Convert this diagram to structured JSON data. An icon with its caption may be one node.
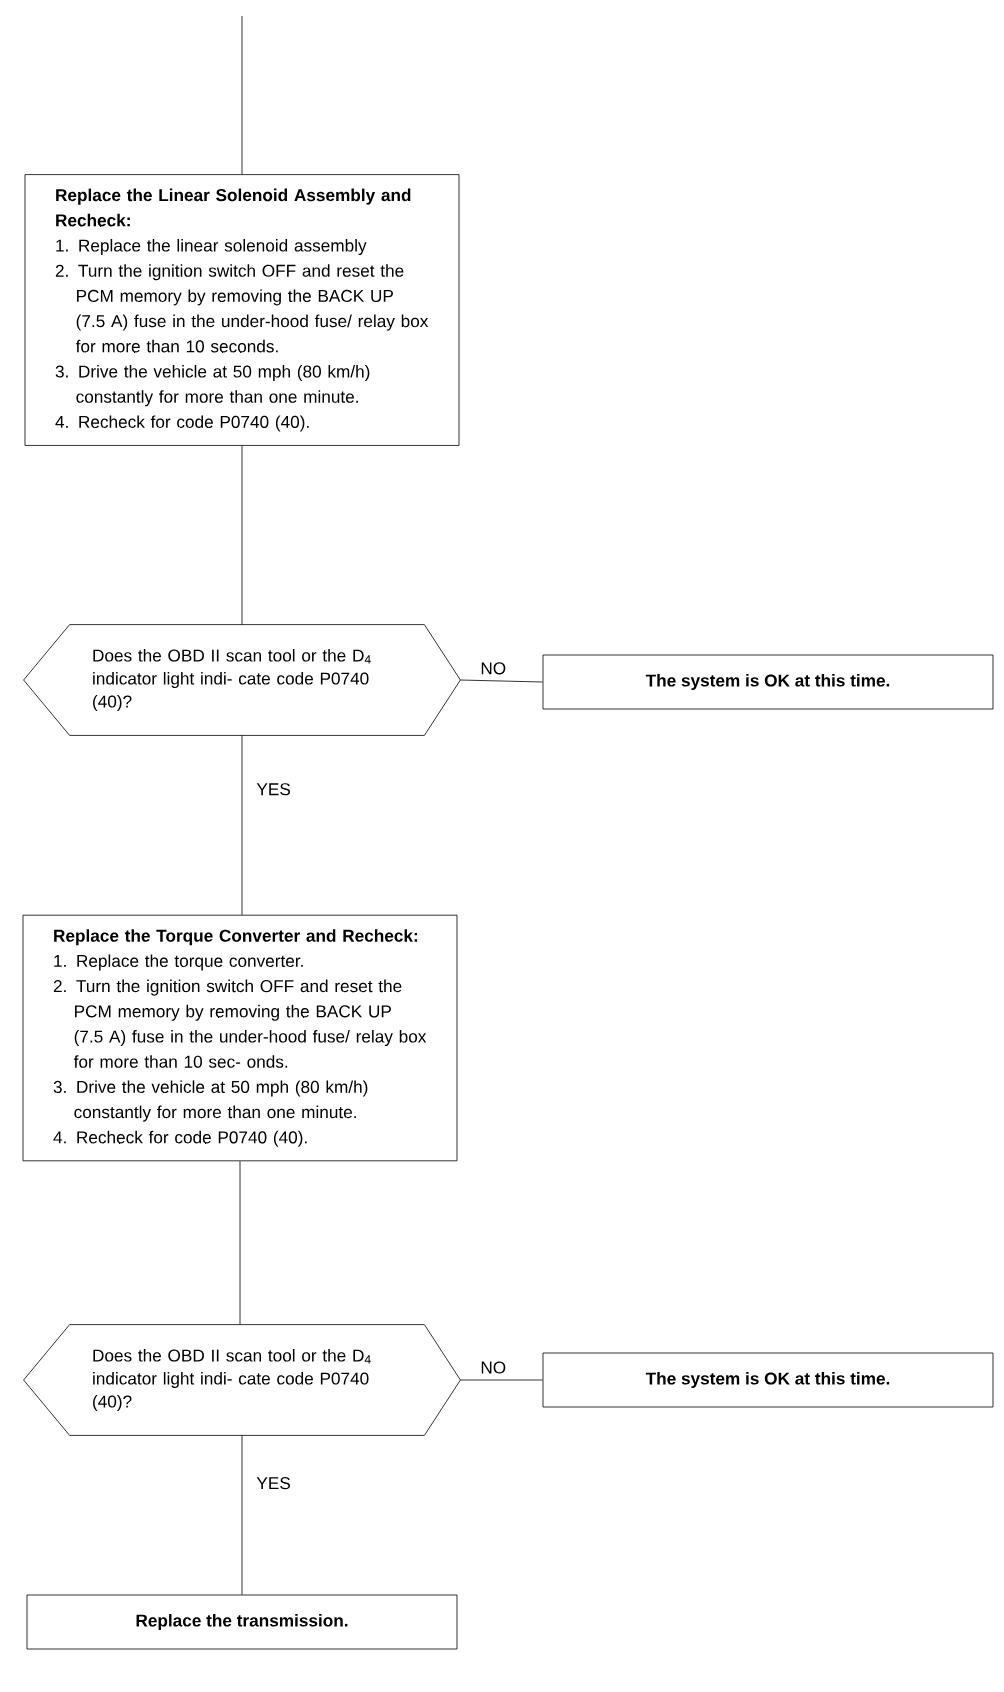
{
  "diagram": {
    "nodes": [
      {
        "text": [
          "Replace the Linear Solenoid Assembly and Recheck:",
          "1. Replace the linear solenoid assembly",
          "2. Turn the ignition switch OFF and reset the PCM memory by removing the BACK UP (7.5 A) fuse in the under-hood fuse/ relay box for more than 10 seconds.",
          "3. Drive the vehicle at 50 mph (80 km/h) constantly for more than one minute.",
          "4. Recheck for code P0740 (40)."
        ]
      },
      {
        "text": [
          "Does the OBD II scan tool or the D$_{4}$ indicator light indi- cate code P0740 (40)?"
        ]
      },
      {
        "text": [
          "The system is OK at this time."
        ]
      },
      {
        "text": [
          "Replace the Torque Converter and Recheck:",
          "1. Replace the torque converter.",
          "2. Turn the ignition switch OFF and reset the PCM memory by removing the BACK UP (7.5 A) fuse in the under-hood fuse/ relay box for more than 10 sec- onds.",
          "3. Drive the vehicle at 50 mph (80 km/h) constantly for more than one minute.",
          "4. Recheck for code P0740 (40)."
        ]
      },
      {
        "text": [
          "Does the OBD II scan tool or the D$_{4}$ indicator light indi- cate code P0740 (40)?"
        ]
      },
      {
        "text": [
          "The system is OK at this time."
        ]
      },
      {
        "text": [
          "Replace the transmission."
        ]
      }
    ],
    "edges": [
      {
        "from": null,
        "to": 0,
        "arrow": "none"
      },
      {
        "from": 0,
        "to": 1,
        "arrow": "none"
      },
      {
        "from": 1,
        "to": 2,
        "arrow": "none",
        "label": "NO"
      },
      {
        "from": 1,
        "to": 3,
        "arrow": "none",
        "label": "YES"
      },
      {
        "from": 3,
        "to": 4,
        "arrow": "none"
      },
      {
        "from": 4,
        "to": 5,
        "arrow": "none",
        "label": "NO"
      },
      {
        "from": 4,
        "to": 6,
        "arrow": "none",
        "label": "YES"
      }
    ]
  }
}
